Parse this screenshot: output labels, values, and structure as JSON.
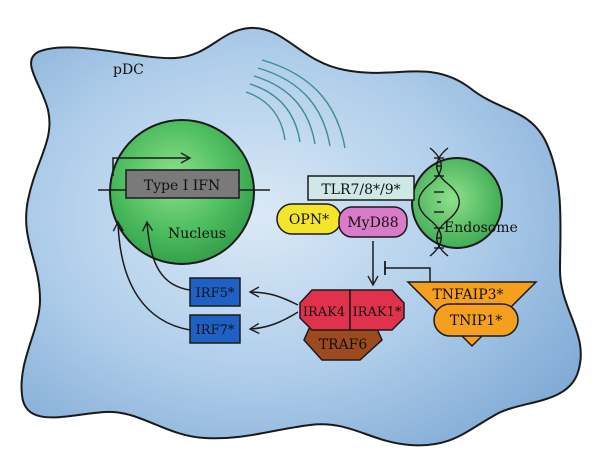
{
  "cell": {
    "label": "pDC"
  },
  "nucleus": {
    "label": "Nucleus",
    "gene_label": "Type I IFN"
  },
  "endosome": {
    "label": "Endosome"
  },
  "receptor": {
    "label": "TLR7/8*/9*"
  },
  "adaptors": {
    "opn": "OPN*",
    "myd88": "MyD88"
  },
  "kinases": {
    "irak4": "IRAK4",
    "irak1": "IRAK1*",
    "traf6": "TRAF6"
  },
  "regulators": {
    "tnfaip3": "TNFAIP3*",
    "tnip1": "TNIP1*"
  },
  "transcription_factors": {
    "irf5": "IRF5*",
    "irf7": "IRF7*"
  },
  "colors": {
    "cytoplasm": "#a9cbe8",
    "nucleus": "#4fbf63",
    "receptor": "#cfe8e6",
    "opn": "#f2e52c",
    "myd88": "#d97bc8",
    "irak": "#e0314d",
    "traf6": "#9c4a1e",
    "regulators": "#f4a01e",
    "irf": "#1f60c4",
    "gene": "#7a7a7a"
  }
}
